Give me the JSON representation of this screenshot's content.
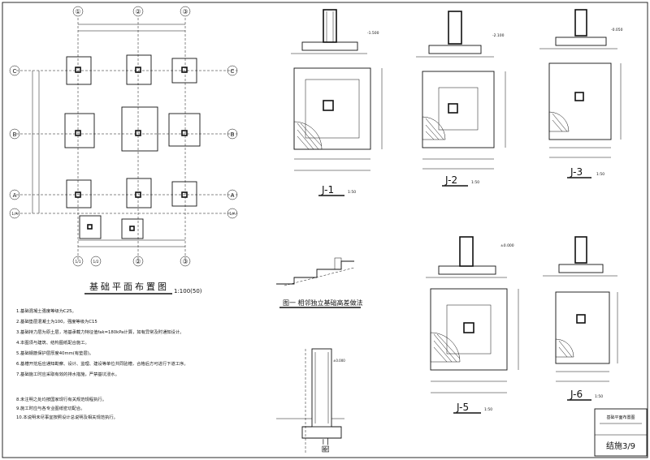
{
  "plan": {
    "title": "基础平面布置图",
    "scale": "1:100(50)",
    "axes_top": [
      "①",
      "②",
      "③"
    ],
    "axes_left": [
      "C",
      "B",
      "A",
      "1/A"
    ],
    "axes_right": [
      "C",
      "B",
      "A",
      "1/A"
    ],
    "axes_bottom": [
      "1/1",
      "1/2",
      "②",
      "③"
    ]
  },
  "details": [
    {
      "id": "j1",
      "label": "J-1",
      "scale": "1:50"
    },
    {
      "id": "j2",
      "label": "J-2",
      "scale": "1:50"
    },
    {
      "id": "j3",
      "label": "J-3",
      "scale": "1:50"
    },
    {
      "id": "j5",
      "label": "J-5",
      "scale": "1:50"
    },
    {
      "id": "j6",
      "label": "J-6",
      "scale": "1:50"
    }
  ],
  "elevation_labels": [
    "-1.500",
    "-2.100",
    "-0.050",
    "±0.000"
  ],
  "fig1": {
    "title": "图一 相邻独立基础高差做法"
  },
  "fig2": {
    "title": "图二"
  },
  "notes": [
    "1.基础混凝土强度等级为C25。",
    "2.基础垫层混凝土为100，强度等级为C15",
    "3.基础持力层为原土层，地基承载力特征值fak=180kPa计算，如有异常及时通知设计。",
    "4.本图须与建筑、结构图纸配合施工。",
    "5.基础钢筋保护层厚度40mm(有垫层)。",
    "6.基槽开挖后应通知勘察、设计、监理、建设等单位共同验槽，合格后方可进行下道工序。",
    "7.基础施工时应采取有效的排水措施，严禁基坑浸水。",
    "8.未注明之处均按国家现行有关规范规程执行。",
    "9.施工时应与各专业图纸密切配合。",
    "10.本说明未尽事宜按照设计总说明及相关规范执行。"
  ],
  "title_block": {
    "drawing_name": "基础平面布置图",
    "sheet_label": "结施3/9"
  }
}
